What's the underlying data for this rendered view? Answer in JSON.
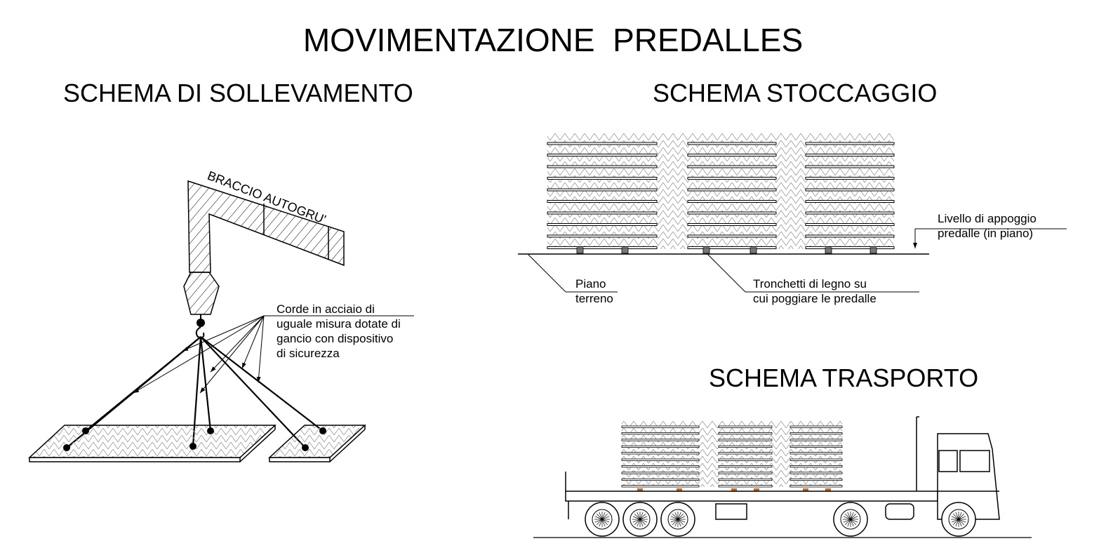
{
  "title": "MOVIMENTAZIONE  PREDALLES",
  "sections": {
    "lifting": {
      "title": "SCHEMA DI SOLLEVAMENTO",
      "crane_label": "BRACCIO AUTOGRU'",
      "rope_note": [
        "Corde in acciaio di",
        "uguale misura dotate di",
        "gancio con dispositivo",
        "di sicurezza"
      ]
    },
    "storage": {
      "title": "SCHEMA STOCCAGGIO",
      "level_note": [
        "Livello di appoggio",
        "predalle (in piano)"
      ],
      "ground_note": [
        "Piano",
        "terreno"
      ],
      "support_note": [
        "Tronchetti di legno su",
        "cui poggiare le predalle"
      ]
    },
    "transport": {
      "title": "SCHEMA TRASPORTO"
    }
  },
  "colors": {
    "line": "#000000",
    "hatch": "#9a9a9a",
    "support": "#c86a1e"
  }
}
